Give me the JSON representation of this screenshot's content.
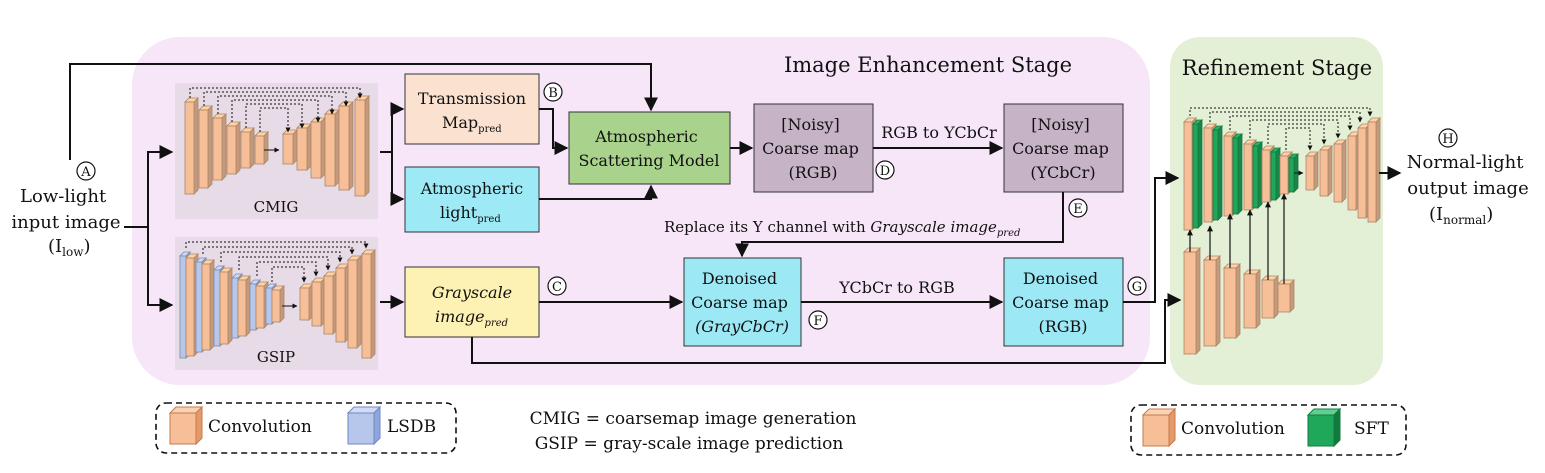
{
  "stages": {
    "enhancement_title": "Image Enhancement Stage",
    "refinement_title": "Refinement Stage"
  },
  "input": {
    "line1": "Low-light",
    "line2": "input image",
    "line3": "(I",
    "sub": "low",
    "close": ")"
  },
  "output": {
    "line1": "Normal-light",
    "line2": "output image",
    "line3": "(I",
    "sub": "normal",
    "close": ")"
  },
  "networks": {
    "cmig": "CMIG",
    "gsip": "GSIP"
  },
  "boxes": {
    "transmission": {
      "line1": "Transmission",
      "line2": "Map",
      "sub": "pred"
    },
    "atmospheric_light": {
      "line1": "Atmospheric",
      "line2": "light",
      "sub": "pred"
    },
    "scattering": {
      "line1": "Atmospheric",
      "line2": "Scattering Model"
    },
    "noisy_rgb": {
      "line1": "[Noisy]",
      "line2": "Coarse map",
      "line3": "(RGB)"
    },
    "noisy_ycbcr": {
      "line1": "[Noisy]",
      "line2": "Coarse map",
      "line3": "(YCbCr)"
    },
    "grayscale": {
      "line1": "Grayscale",
      "line2": "image",
      "sub": "pred"
    },
    "denoised_gray": {
      "line1": "Denoised",
      "line2": "Coarse map",
      "line3": "(GrayCbCr)"
    },
    "denoised_rgb": {
      "line1": "Denoised",
      "line2": "Coarse map",
      "line3": "(RGB)"
    }
  },
  "arrow_labels": {
    "rgb_to_ycbcr": "RGB to YCbCr",
    "ycbcr_to_rgb": "YCbCr to RGB",
    "replace_prefix": "Replace its Y channel with ",
    "replace_italic": "Grayscale image",
    "replace_sub": "pred"
  },
  "markers": [
    "A",
    "B",
    "C",
    "D",
    "E",
    "F",
    "G",
    "H"
  ],
  "legend_left": {
    "conv": "Convolution",
    "lsdb": "LSDB"
  },
  "legend_right": {
    "conv": "Convolution",
    "sft": "SFT"
  },
  "definitions": {
    "cmig": "CMIG = coarsemap image generation",
    "gsip": "GSIP = gray-scale image prediction"
  },
  "colors": {
    "enhancement_bg": "#f6e6f8",
    "refinement_bg": "#e4f0d6",
    "transmission": "#fbe1cf",
    "atmospheric_light": "#9deaf6",
    "scattering": "#a9d38c",
    "noisy": "#c7b3c6",
    "grayscale": "#fdf1b4",
    "denoised": "#9ce8f5",
    "conv": "#f6bf98",
    "lsdb": "#b7c7ec",
    "sft": "#20a85a"
  }
}
